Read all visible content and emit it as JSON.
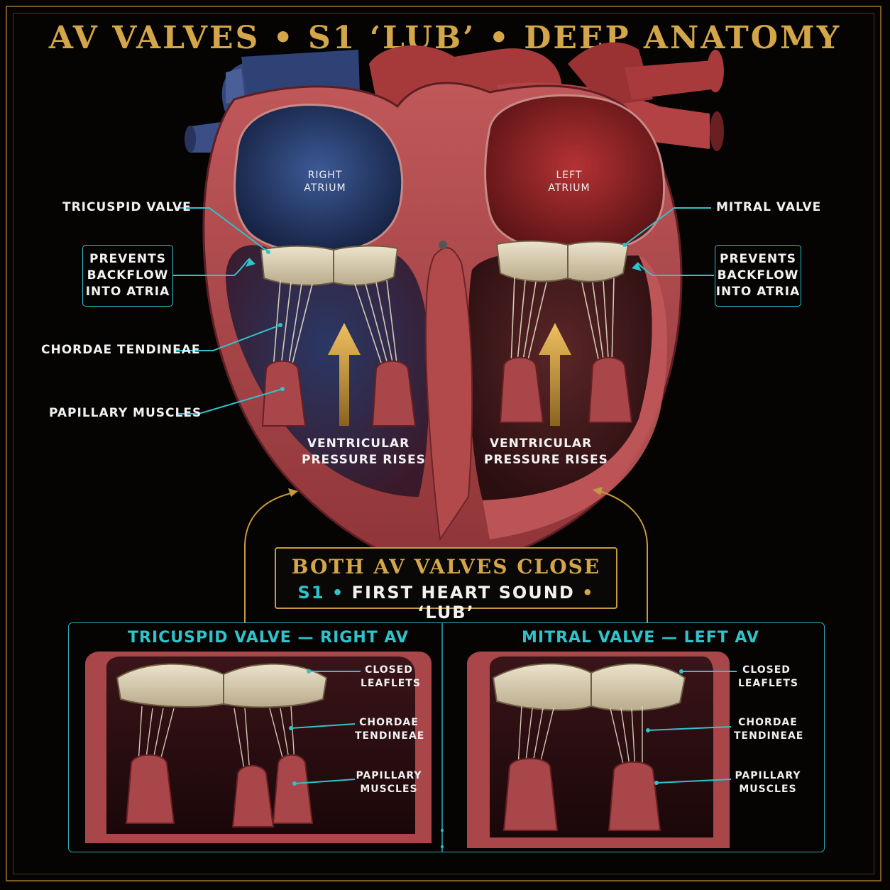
{
  "title": "AV VALVES • S1 ‘LUB’ • DEEP ANATOMY",
  "chambers": {
    "right_atrium": [
      "RIGHT",
      "ATRIUM"
    ],
    "left_atrium": [
      "LEFT",
      "ATRIUM"
    ]
  },
  "left_labels": {
    "tricuspid_valve": "TRICUSPID VALVE",
    "prevents_backflow": [
      "PREVENTS",
      "BACKFLOW",
      "INTO ATRIA"
    ],
    "chordae_tendineae": "CHORDAE TENDINEAE",
    "papillary_muscles": "PAPILLARY MUSCLES"
  },
  "right_labels": {
    "mitral_valve": "MITRAL VALVE",
    "prevents_backflow": [
      "PREVENTS",
      "BACKFLOW",
      "INTO ATRIA"
    ]
  },
  "pressure_labels": {
    "right": [
      "VENTRICULAR",
      "PRESSURE RISES"
    ],
    "left": [
      "VENTRICULAR",
      "PRESSURE RISES"
    ]
  },
  "center_box": {
    "line1": "BOTH AV VALVES CLOSE",
    "s1": "S1",
    "sep1": " • ",
    "first_heart_sound": "FIRST HEART SOUND",
    "sep2": " • ",
    "lub": "‘LUB’"
  },
  "panels": {
    "tricuspid": {
      "title": "TRICUSPID VALVE — RIGHT AV",
      "closed_leaflets": [
        "CLOSED",
        "LEAFLETS"
      ],
      "chordae": [
        "CHORDAE",
        "TENDINEAE"
      ],
      "papillary": [
        "PAPILLARY",
        "MUSCLES"
      ]
    },
    "mitral": {
      "title": "MITRAL VALVE — LEFT AV",
      "closed_leaflets": [
        "CLOSED",
        "LEAFLETS"
      ],
      "chordae": [
        "CHORDAE",
        "TENDINEAE"
      ],
      "papillary": [
        "PAPILLARY",
        "MUSCLES"
      ]
    }
  },
  "colors": {
    "gold": "#d4a64a",
    "cyan": "#2ec4cc",
    "muscle": "#a8464a",
    "deoxygenated": "#2b3c6b",
    "oxygenated": "#9a2a2c",
    "leaflet": "#ddd2b8"
  }
}
